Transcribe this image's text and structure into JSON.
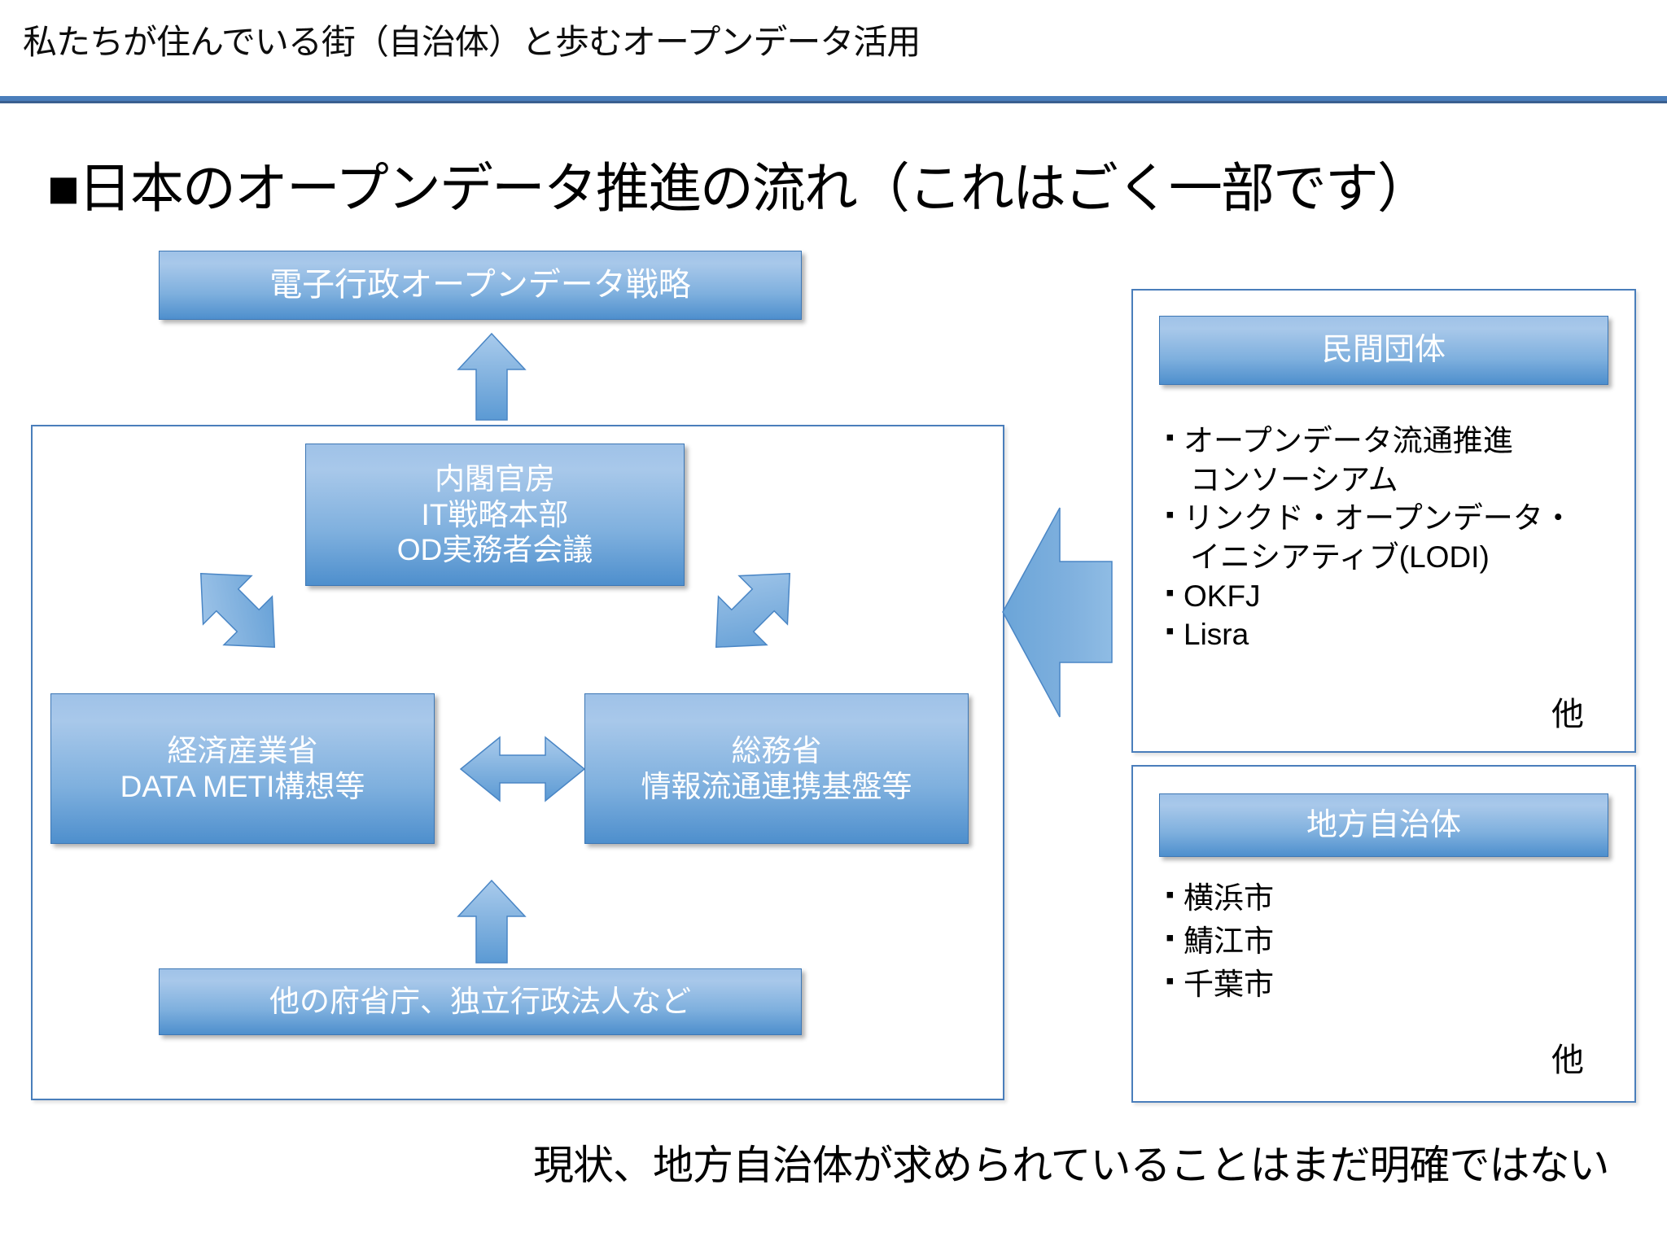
{
  "header": {
    "title": "私たちが住んでいる街（自治体）と歩むオープンデータ活用",
    "rule_color": "#4a7ebb"
  },
  "slide": {
    "title": "■日本のオープンデータ推進の流れ（これはごく一部です）",
    "accent_color": "#4a7ebb",
    "box_fill_top": "#9fc2e8",
    "box_fill_bottom": "#4e8fcd",
    "box_text_color": "#ffffff"
  },
  "boxes": {
    "strategy": {
      "label": "電子行政オープンデータ戦略"
    },
    "cabinet": {
      "line1": "内閣官房",
      "line2": "IT戦略本部",
      "line3": "OD実務者会議"
    },
    "meti": {
      "line1": "経済産業省",
      "line2": "DATA METI構想等"
    },
    "soumu": {
      "line1": "総務省",
      "line2": "情報流通連携基盤等"
    },
    "others": {
      "label": "他の府省庁、独立行政法人など"
    }
  },
  "panels": {
    "private": {
      "header": "民間団体",
      "items": [
        {
          "bullet": "▪",
          "text": "オープンデータ流通推進",
          "cont": "コンソーシアム"
        },
        {
          "bullet": "▪",
          "text": "リンクド・オープンデータ・",
          "cont": "イニシアティブ(LODI)"
        },
        {
          "bullet": "▪",
          "text": "OKFJ",
          "cont": ""
        },
        {
          "bullet": "▪",
          "text": "Lisra",
          "cont": ""
        }
      ],
      "etc": "他"
    },
    "local": {
      "header": "地方自治体",
      "items": [
        {
          "bullet": "▪",
          "text": "横浜市",
          "cont": ""
        },
        {
          "bullet": "▪",
          "text": "鯖江市",
          "cont": ""
        },
        {
          "bullet": "▪",
          "text": "千葉市",
          "cont": ""
        }
      ],
      "etc": "他"
    }
  },
  "caption": {
    "text": "現状、地方自治体が求められていることはまだ明確ではない"
  },
  "icons": {
    "arrow_up_strategy": "arrow-up-icon",
    "arrow_diag_left": "arrow-double-diagonal-left-icon",
    "arrow_diag_right": "arrow-double-diagonal-right-icon",
    "arrow_horizontal": "arrow-double-horizontal-icon",
    "arrow_up_others": "arrow-up-icon",
    "arrow_left_big": "arrow-left-icon"
  }
}
